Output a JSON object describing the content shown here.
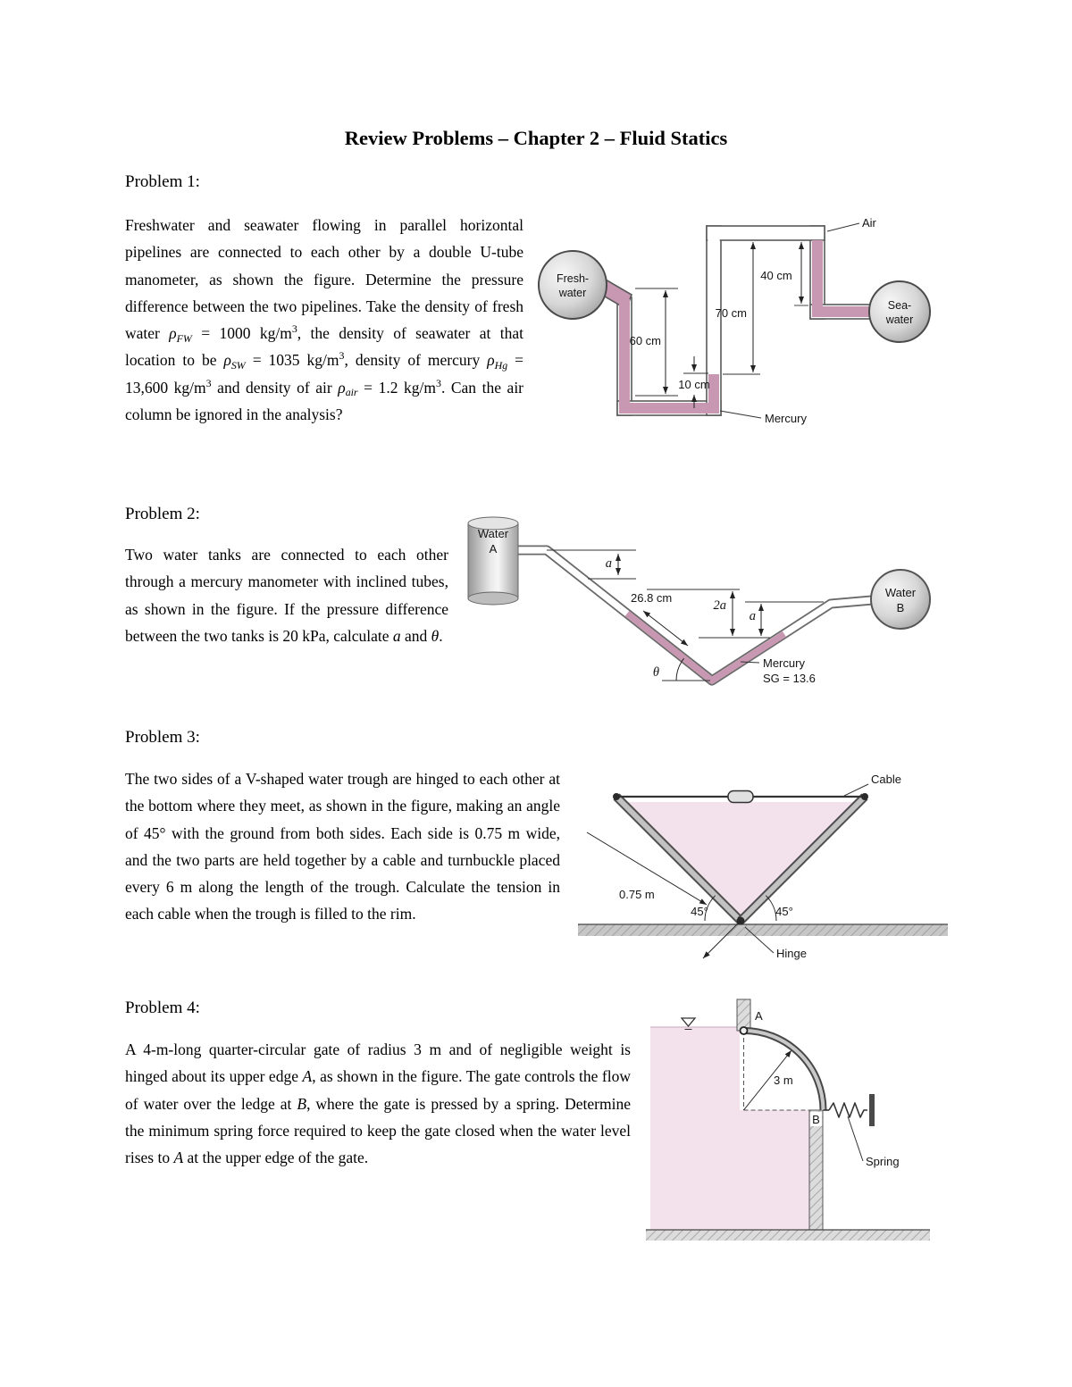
{
  "page": {
    "title": "Review Problems – Chapter 2 – Fluid Statics"
  },
  "p1": {
    "heading": "Problem 1:",
    "body_runs": [
      {
        "t": "Freshwater and seawater flowing in parallel horizontal pipelines are connected to each other by a double U-tube manometer, as shown the figure. Determine the pressure difference between the two pipelines. Take the density of fresh water "
      },
      {
        "t": "ρ",
        "i": true
      },
      {
        "t": "FW",
        "sub": true,
        "i": true
      },
      {
        "t": " = 1000 kg/m"
      },
      {
        "t": "3",
        "sup": true
      },
      {
        "t": ", the density of seawater at that location to be "
      },
      {
        "t": "ρ",
        "i": true
      },
      {
        "t": "SW",
        "sub": true,
        "i": true
      },
      {
        "t": " = 1035 kg/m"
      },
      {
        "t": "3",
        "sup": true
      },
      {
        "t": ", density of mercury "
      },
      {
        "t": "ρ",
        "i": true
      },
      {
        "t": "Hg",
        "sub": true,
        "i": true
      },
      {
        "t": " = 13,600 kg/m"
      },
      {
        "t": "3",
        "sup": true
      },
      {
        "t": " and density of air "
      },
      {
        "t": "ρ",
        "i": true
      },
      {
        "t": "air",
        "sub": true,
        "i": true
      },
      {
        "t": " = 1.2 kg/m"
      },
      {
        "t": "3",
        "sup": true
      },
      {
        "t": ". Can the air column be ignored in the analysis?"
      }
    ],
    "fig": {
      "air": "Air",
      "fresh1": "Fresh-",
      "fresh2": "water",
      "sea1": "Sea-",
      "sea2": "water",
      "mercury": "Mercury",
      "d60": "60 cm",
      "d10": "10 cm",
      "d70": "70 cm",
      "d40": "40 cm"
    }
  },
  "p2": {
    "heading": "Problem 2:",
    "body_runs": [
      {
        "t": "Two water tanks are connected to each other through a mercury manometer with inclined tubes, as shown in the figure. If the pressure difference between the two tanks is 20 kPa, calculate "
      },
      {
        "t": "a",
        "i": true
      },
      {
        "t": " and "
      },
      {
        "t": "θ",
        "i": true
      },
      {
        "t": "."
      }
    ],
    "fig": {
      "tank1": "Water",
      "tank2": "A",
      "b1": "Water",
      "b2": "B",
      "a_left": "a",
      "len": "26.8 cm",
      "two_a": "2a",
      "a_right": "a",
      "theta": "θ",
      "merc1": "Mercury",
      "merc2": "SG = 13.6"
    }
  },
  "p3": {
    "heading": "Problem 3:",
    "body": "The two sides of a V-shaped water trough are hinged to each other at the bottom where they meet, as shown in the figure, making an angle of 45° with the ground from both sides. Each side is 0.75 m wide, and the two parts are held together by a cable and turnbuckle placed every 6 m along the length of the trough. Calculate the tension in each cable when the trough is filled to the rim.",
    "fig": {
      "cable": "Cable",
      "width": "0.75 m",
      "angL": "45°",
      "angR": "45°",
      "hinge": "Hinge"
    }
  },
  "p4": {
    "heading": "Problem 4:",
    "body_runs": [
      {
        "t": "A 4-m-long quarter-circular gate of radius 3 m and of negligible weight is hinged about its upper edge "
      },
      {
        "t": "A",
        "i": true
      },
      {
        "t": ", as shown in the figure. The gate controls the flow of water over the ledge at "
      },
      {
        "t": "B",
        "i": true
      },
      {
        "t": ", where the gate is pressed by a spring. Determine the minimum spring force required to keep the gate closed when the water level rises to "
      },
      {
        "t": "A",
        "i": true
      },
      {
        "t": " at the upper edge of the gate."
      }
    ],
    "fig": {
      "a": "A",
      "b": "B",
      "radius": "3 m",
      "spring": "Spring"
    }
  }
}
